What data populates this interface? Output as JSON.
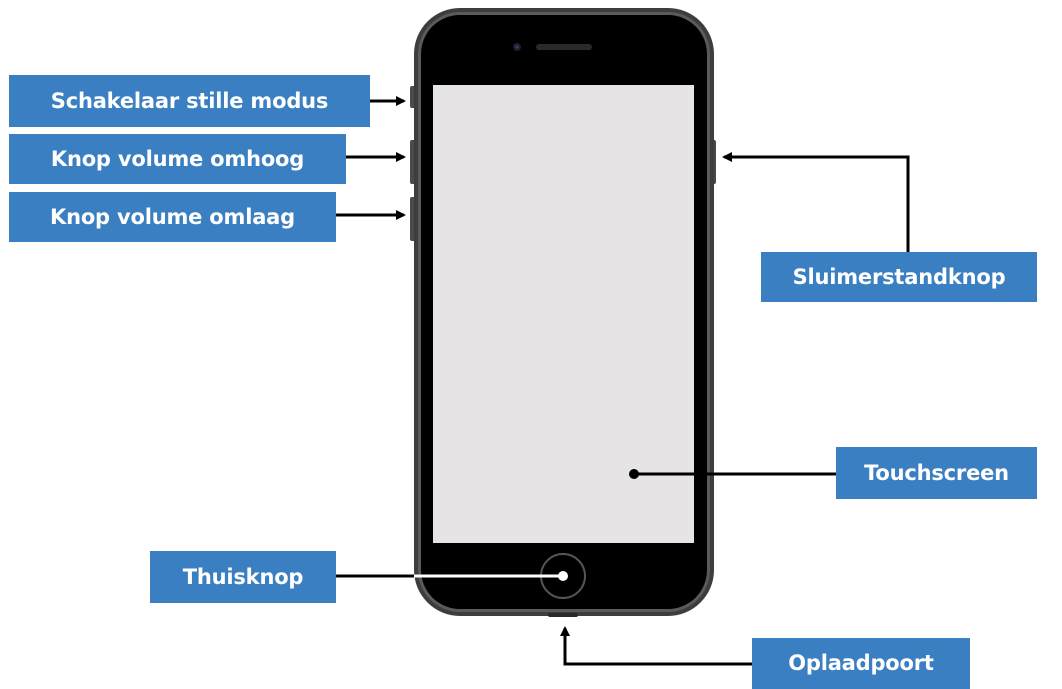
{
  "labels": {
    "silent_switch": "Schakelaar stille modus",
    "volume_up": "Knop volume omhoog",
    "volume_down": "Knop volume omlaag",
    "sleep_button": "Sluimerstandknop",
    "touchscreen": "Touchscreen",
    "home_button": "Thuisknop",
    "charging_port": "Oplaadpoort"
  },
  "colors": {
    "label_bg": "#3a7fc1",
    "label_text": "#ffffff",
    "phone_frame": "#3d3d3d",
    "phone_body": "#000000",
    "screen": "#e6e4e5",
    "arrow": "#000000"
  }
}
